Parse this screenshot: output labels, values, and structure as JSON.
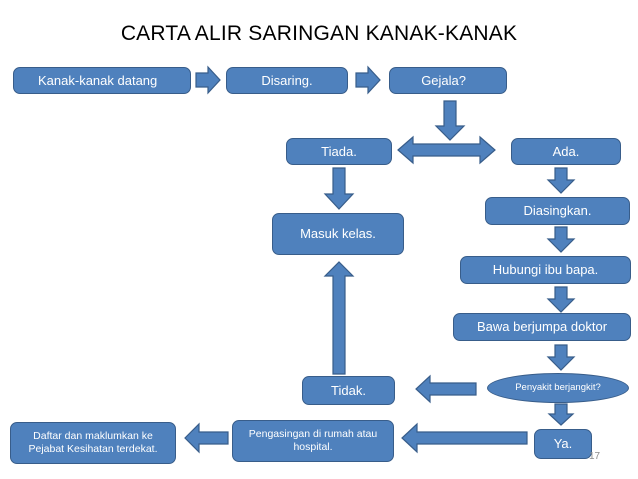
{
  "title": "CARTA ALIR SARINGAN KANAK-KANAK",
  "nodes": {
    "kanak_datang": "Kanak-kanak datang",
    "disaring": "Disaring.",
    "gejala": "Gejala?",
    "tiada": "Tiada.",
    "ada": "Ada.",
    "masuk_kelas": "Masuk kelas.",
    "diasingkan": "Diasingkan.",
    "hubungi": "Hubungi ibu bapa.",
    "bawa_doktor": "Bawa berjumpa doktor",
    "penyakit": "Penyakit berjangkit?",
    "tidak": "Tidak.",
    "ya": "Ya.",
    "pengasingan": "Pengasingan di rumah atau hospital.",
    "daftar": "Daftar dan maklumkan ke Pejabat Kesihatan terdekat."
  },
  "page_number": "17",
  "colors": {
    "box_fill": "#4f81bd",
    "box_border": "#385d8a",
    "text": "#ffffff"
  }
}
